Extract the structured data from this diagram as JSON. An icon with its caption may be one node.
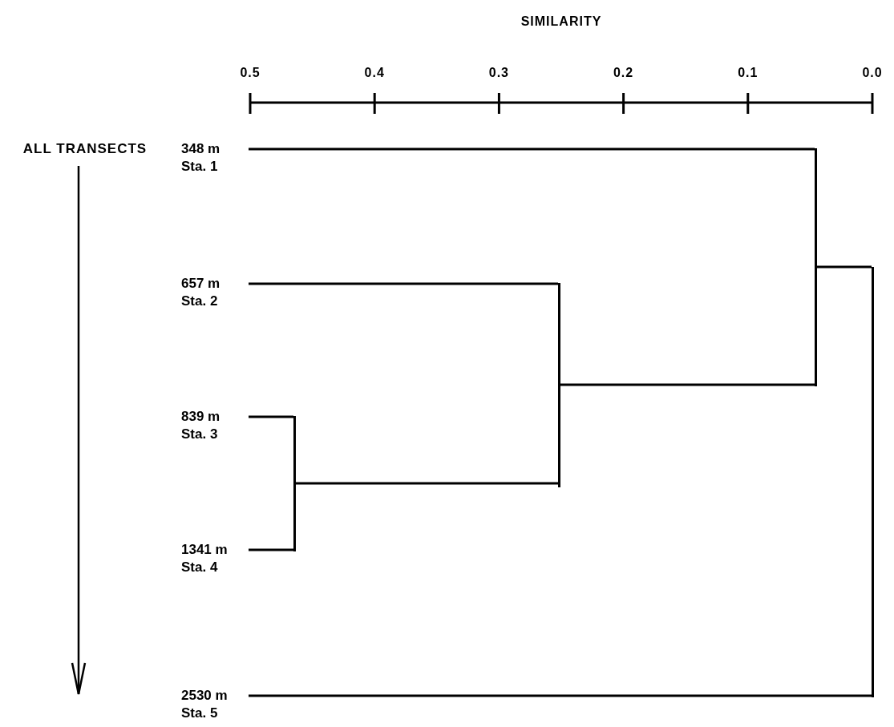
{
  "diagram": {
    "nodes": [
      {
        "text": [
          "348 m",
          "Sta. 1"
        ]
      },
      {
        "text": [
          "657 m",
          "Sta. 2"
        ]
      },
      {
        "text": [
          "839 m",
          "Sta. 3"
        ]
      },
      {
        "text": [
          "1341 m",
          "Sta. 4"
        ]
      },
      {
        "text": [
          "2530 m",
          "Sta. 5"
        ]
      },
      {
        "text": [],
        "shape": "bar"
      },
      {
        "text": [],
        "shape": "bar"
      },
      {
        "text": [],
        "shape": "bar"
      },
      {
        "text": [],
        "shape": "bar"
      }
    ],
    "edges": [
      {
        "from": 2,
        "to": 5,
        "arrow": "none"
      },
      {
        "from": 3,
        "to": 5,
        "arrow": "none"
      },
      {
        "from": 1,
        "to": 6,
        "arrow": "none"
      },
      {
        "from": 5,
        "to": 6,
        "arrow": "none"
      },
      {
        "from": 0,
        "to": 7,
        "arrow": "none"
      },
      {
        "from": 6,
        "to": 7,
        "arrow": "none"
      },
      {
        "from": 7,
        "to": 8,
        "arrow": "none"
      },
      {
        "from": 4,
        "to": 8,
        "arrow": "none"
      }
    ],
    "labels": [
      "SIMILARITY",
      "0.5",
      "0.4",
      "0.3",
      "0.2",
      "0.1",
      "0.0",
      "ALL TRANSECTS"
    ]
  }
}
